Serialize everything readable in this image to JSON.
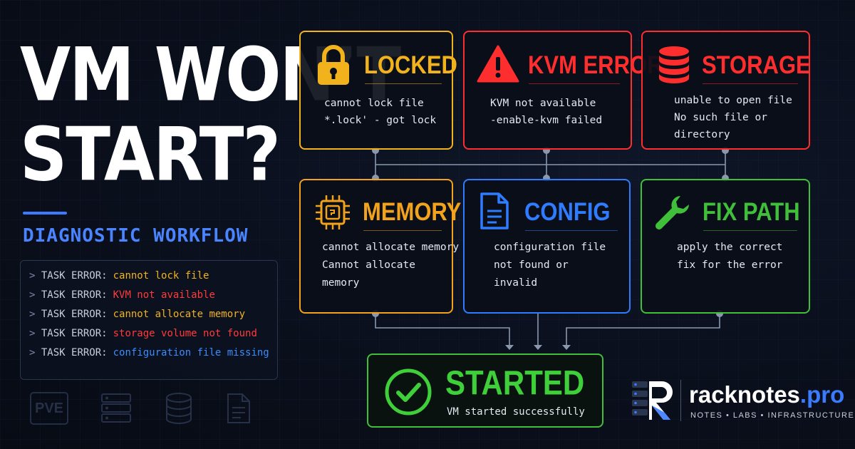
{
  "headline": {
    "line1": "VM WON’T",
    "line2": "START?"
  },
  "subtitle": "DIAGNOSTIC WORKFLOW",
  "terminal": {
    "prompt": ">",
    "label": "TASK ERROR:",
    "lines": [
      {
        "msg": "cannot lock file",
        "color": "#f2b21b"
      },
      {
        "msg": "KVM not available",
        "color": "#ff3b3b"
      },
      {
        "msg": "cannot allocate memory",
        "color": "#f2b21b"
      },
      {
        "msg": "storage volume not found",
        "color": "#ff3b3b"
      },
      {
        "msg": "configuration file missing",
        "color": "#3a8cff"
      }
    ]
  },
  "bottom_icons": {
    "pve": "PVE"
  },
  "cards": {
    "locked": {
      "title": "LOCKED",
      "lines": [
        "cannot lock file",
        "*.lock' - got lock"
      ],
      "color": "#f2b21b"
    },
    "kvm": {
      "title": "KVM ERROR",
      "lines": [
        "KVM not available",
        "-enable-kvm failed"
      ],
      "color": "#ff2e2e"
    },
    "storage": {
      "title": "STORAGE",
      "lines": [
        "unable to open file",
        "No such file or",
        "directory"
      ],
      "color": "#ff2e2e"
    },
    "memory": {
      "title": "MEMORY",
      "lines": [
        "cannot allocate memory",
        "Cannot allocate",
        "memory"
      ],
      "color": "#f2a21b"
    },
    "config": {
      "title": "CONFIG",
      "lines": [
        "configuration file",
        "not found or",
        "invalid"
      ],
      "color": "#2f7cff"
    },
    "fixpath": {
      "title": "FIX PATH",
      "lines": [
        "apply the correct",
        "fix for the error"
      ],
      "color": "#3fbf3a"
    }
  },
  "started": {
    "title": "STARTED",
    "subtitle": "VM started successfully",
    "color": "#3fcf3a"
  },
  "brand": {
    "name": "racknotes",
    "tld": ".pro",
    "tagline": "NOTES • LABS • INFRASTRUCTURE."
  }
}
